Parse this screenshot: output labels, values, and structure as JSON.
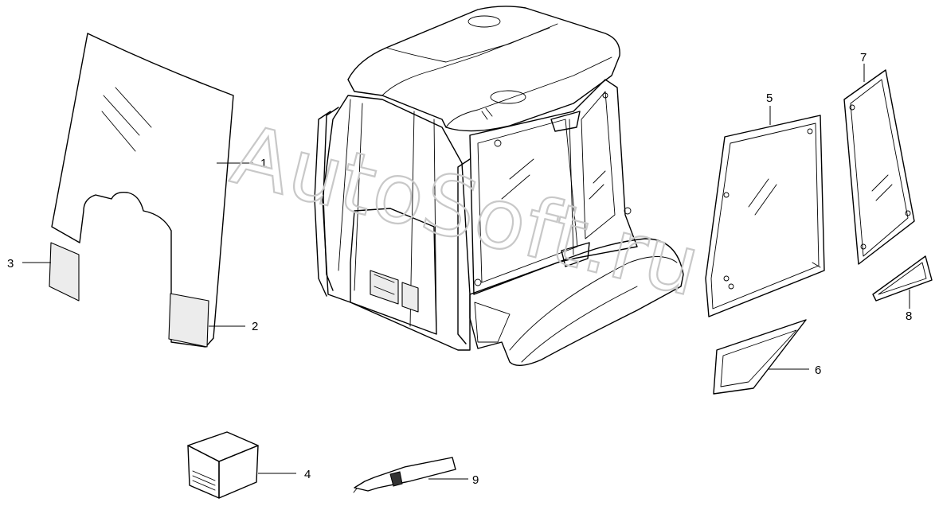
{
  "watermark": {
    "text": "AutoSoft.ru"
  },
  "callouts": [
    {
      "id": "1",
      "label": "1"
    },
    {
      "id": "2",
      "label": "2"
    },
    {
      "id": "3",
      "label": "3"
    },
    {
      "id": "4",
      "label": "4"
    },
    {
      "id": "5",
      "label": "5"
    },
    {
      "id": "6",
      "label": "6"
    },
    {
      "id": "7",
      "label": "7"
    },
    {
      "id": "8",
      "label": "8"
    },
    {
      "id": "9",
      "label": "9"
    }
  ],
  "colors": {
    "line": "#000000",
    "background": "#ffffff",
    "watermark": "#c8c8c8"
  }
}
